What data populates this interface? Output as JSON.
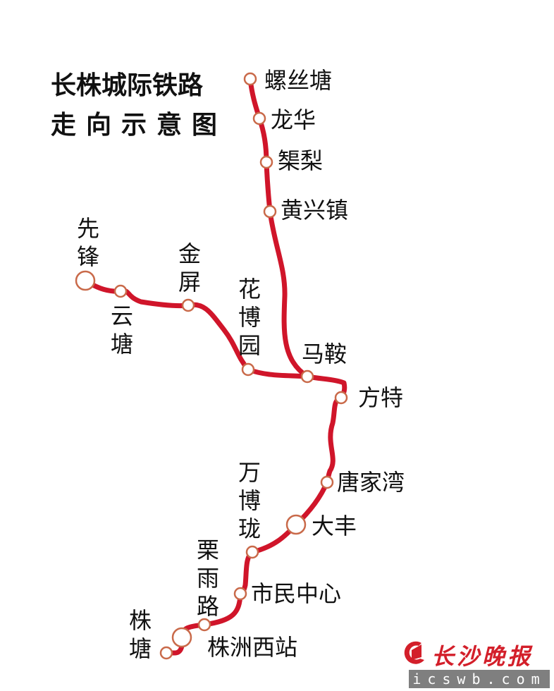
{
  "title": {
    "line1": "长株城际铁路",
    "line2": "走向示意图"
  },
  "colors": {
    "line": "#d0152a",
    "station_fill": "#ffffff",
    "station_stroke": "#c96a4a",
    "text": "#111111",
    "logo_red": "#d31f2a",
    "logo_bar": "#7f7f7f"
  },
  "stations": {
    "luositang": "螺丝塘",
    "longhua": "龙华",
    "lili": "榘梨",
    "huangxingzhen": "黄兴镇",
    "xianfeng": "先锋",
    "yuntang": "云塘",
    "jinping": "金屏",
    "huaboyuan": "花博园",
    "maan": "马鞍",
    "fangte": "方特",
    "tangjiawan": "唐家湾",
    "dafeng": "大丰",
    "wanbolong": "万博珑",
    "liyulu": "栗雨路",
    "shiminzhongxin": "市民中心",
    "zhuzhouxizhan": "株洲西站",
    "zhutang": "株塘"
  },
  "logo": {
    "name": "长沙晚报",
    "url": "icswb.com"
  }
}
